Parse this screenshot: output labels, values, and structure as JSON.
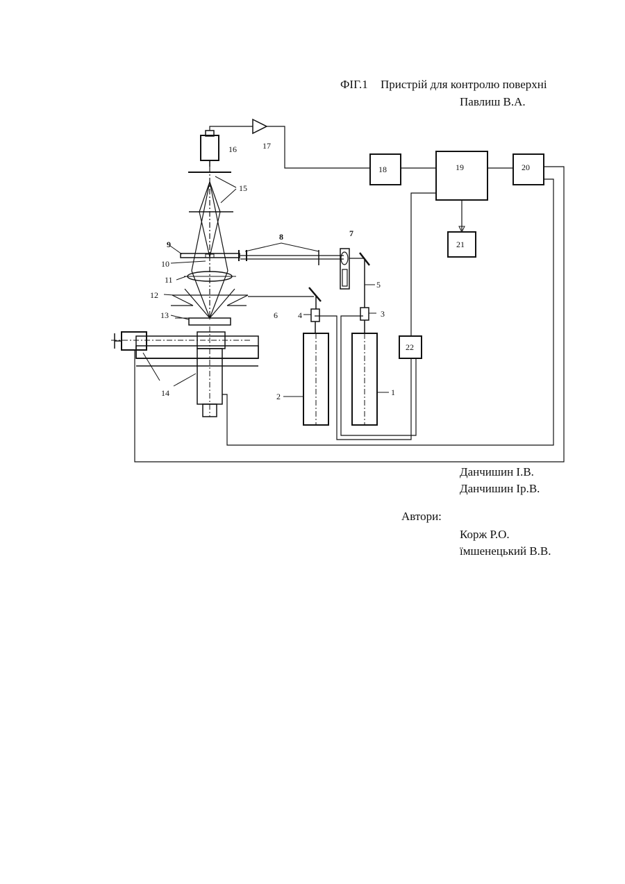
{
  "header": {
    "figure_label": "ФІГ.1",
    "title": "Пристрій для контролю поверхні",
    "author_first": "Павлиш В.А."
  },
  "authors": {
    "list_top": [
      "Данчишин І.В.",
      "Данчишин Ір.В."
    ],
    "label": "Автори:",
    "list_bottom": [
      "Корж Р.О.",
      "їмшенецький В.В."
    ]
  },
  "diagram": {
    "component_labels": {
      "c1": "1",
      "c2": "2",
      "c3": "3",
      "c4": "4",
      "c5": "5",
      "c6": "6",
      "c7": "7",
      "c8": "8",
      "c9": "9",
      "c10": "10",
      "c11": "11",
      "c12": "12",
      "c13": "13",
      "c14": "14",
      "c15": "15",
      "c16": "16",
      "c17": "17",
      "c18": "18",
      "c19": "19",
      "c20": "20",
      "c21": "21",
      "c22": "22"
    }
  }
}
